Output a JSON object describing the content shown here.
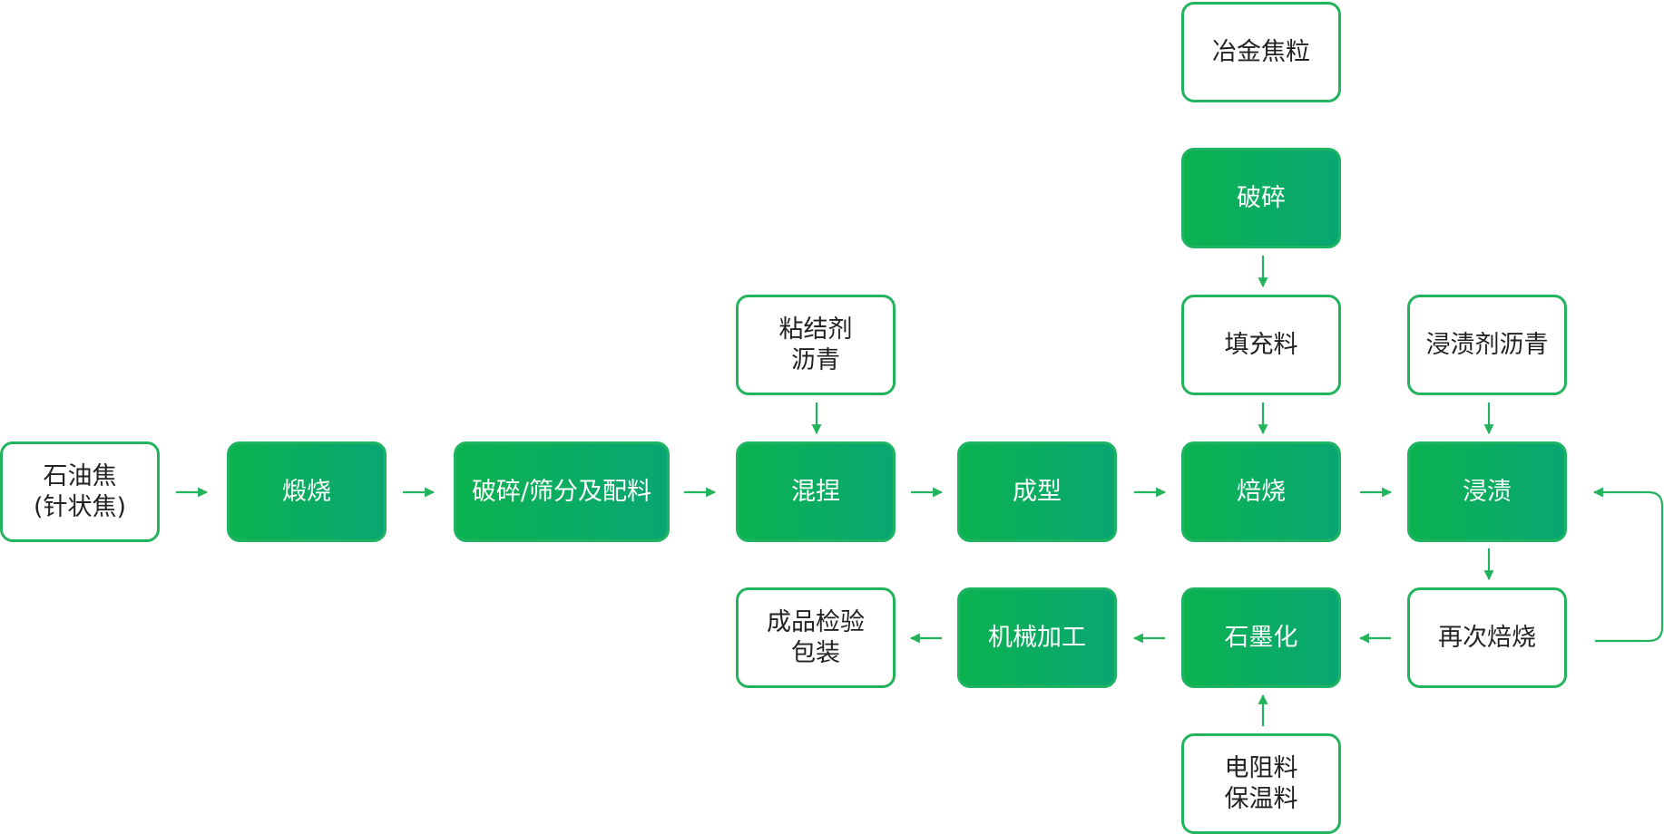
{
  "diagram": {
    "accent_color": "#22b35d",
    "fill_color": "#0bb24f",
    "nodes": {
      "petroleum_coke": "石油焦\n(针状焦)",
      "calcination": "煅烧",
      "crush_screen_batch": "破碎/筛分及配料",
      "binder_pitch": "粘结剂\n沥青",
      "kneading": "混捏",
      "forming": "成型",
      "metallurgical_coke": "冶金焦粒",
      "crushing": "破碎",
      "filler": "填充料",
      "baking": "焙烧",
      "impregnant_pitch": "浸渍剂沥青",
      "impregnation": "浸渍",
      "rebaking": "再次焙烧",
      "graphitization": "石墨化",
      "resistor_insulation": "电阻料\n保温料",
      "machining": "机械加工",
      "inspection_packaging": "成品检验\n包装"
    }
  }
}
